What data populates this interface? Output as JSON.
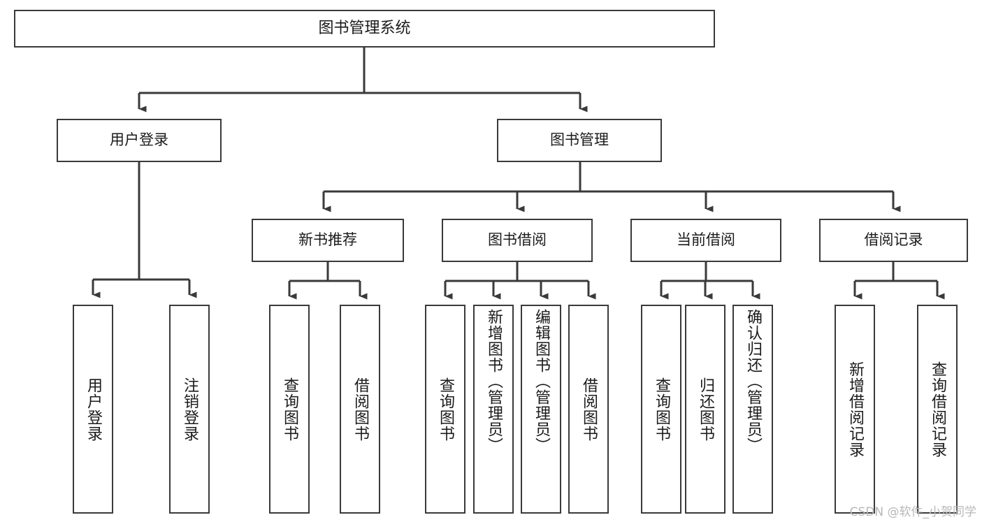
{
  "diagram": {
    "type": "tree",
    "title": "图书管理系统",
    "watermark": "CSDN @软件_小贺同学",
    "colors": {
      "stroke": "#3a3a3a",
      "fill": "#ffffff",
      "text": "#1b1b1b",
      "watermark": "#b8b8b8"
    },
    "nodes": {
      "root": {
        "label": "图书管理系统"
      },
      "level2": [
        {
          "id": "user-login",
          "label": "用户登录"
        },
        {
          "id": "book-manage",
          "label": "图书管理"
        }
      ],
      "level3": [
        {
          "id": "new-book-rec",
          "label": "新书推荐"
        },
        {
          "id": "book-borrow",
          "label": "图书借阅"
        },
        {
          "id": "current-borrow",
          "label": "当前借阅"
        },
        {
          "id": "borrow-record",
          "label": "借阅记录"
        }
      ],
      "leaves": [
        {
          "id": "leaf-user-login",
          "label": "用户登录",
          "parent": "user-login"
        },
        {
          "id": "leaf-logout",
          "label": "注销登录",
          "parent": "user-login"
        },
        {
          "id": "leaf-query-book-1",
          "label": "查询图书",
          "parent": "new-book-rec"
        },
        {
          "id": "leaf-borrow-book-1",
          "label": "借阅图书",
          "parent": "new-book-rec"
        },
        {
          "id": "leaf-query-book-2",
          "label": "查询图书",
          "parent": "book-borrow"
        },
        {
          "id": "leaf-add-book",
          "label": "新增图书（管理员）",
          "parent": "book-borrow"
        },
        {
          "id": "leaf-edit-book",
          "label": "编辑图书（管理员）",
          "parent": "book-borrow"
        },
        {
          "id": "leaf-borrow-book-2",
          "label": "借阅图书",
          "parent": "book-borrow"
        },
        {
          "id": "leaf-query-book-3",
          "label": "查询图书",
          "parent": "current-borrow"
        },
        {
          "id": "leaf-return-book",
          "label": "归还图书",
          "parent": "current-borrow"
        },
        {
          "id": "leaf-confirm-return",
          "label": "确认归还（管理员）",
          "parent": "current-borrow"
        },
        {
          "id": "leaf-add-record",
          "label": "新增借阅记录",
          "parent": "borrow-record"
        },
        {
          "id": "leaf-query-record",
          "label": "查询借阅记录",
          "parent": "borrow-record"
        }
      ]
    }
  }
}
